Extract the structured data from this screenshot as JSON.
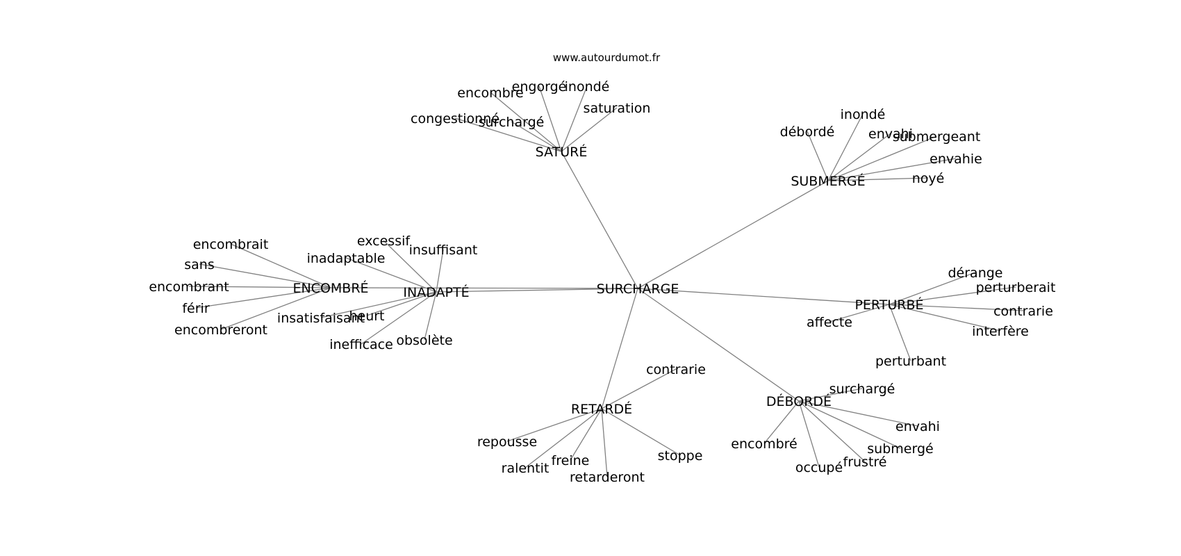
{
  "site": "www.autourdumot.fr",
  "graph": {
    "center": "SURCHARGE",
    "hubs": [
      {
        "id": "sature",
        "label": "SATURÉ",
        "words": [
          "encombre",
          "engorgé",
          "inondé",
          "saturation",
          "congestionné",
          "surchargé"
        ]
      },
      {
        "id": "submerge",
        "label": "SUBMERGÉ",
        "words": [
          "inondé",
          "débordé",
          "envahi",
          "submergeant",
          "envahie",
          "noyé"
        ]
      },
      {
        "id": "inadapte",
        "label": "INADAPTÉ",
        "words": [
          "excessif",
          "insuffisant",
          "inadaptable",
          "heurt",
          "insatisfaisant",
          "inefficace",
          "obsolète"
        ]
      },
      {
        "id": "encombre",
        "label": "ENCOMBRÉ",
        "words": [
          "encombrait",
          "sans",
          "encombrant",
          "férir",
          "encombreront"
        ]
      },
      {
        "id": "perturbe",
        "label": "PERTURBÉ",
        "words": [
          "dérange",
          "perturberait",
          "contrarie",
          "interfère",
          "affecte",
          "perturbant"
        ]
      },
      {
        "id": "retarde",
        "label": "RETARDÉ",
        "words": [
          "contrarie",
          "repousse",
          "ralentit",
          "freine",
          "retarderont",
          "stoppe"
        ]
      },
      {
        "id": "deborde",
        "label": "DÉBORDÉ",
        "words": [
          "surchargé",
          "envahi",
          "submergé",
          "encombré",
          "occupé",
          "frustré"
        ]
      }
    ]
  }
}
